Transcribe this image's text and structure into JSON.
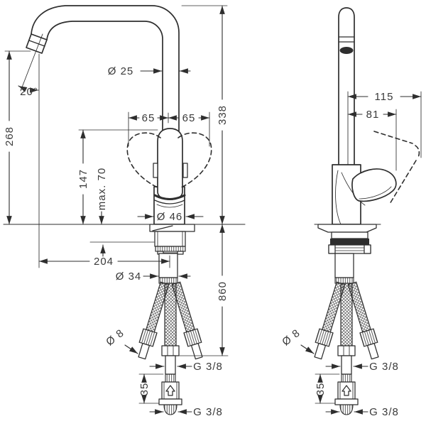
{
  "drawing": {
    "colors": {
      "line": "#2e2e2e",
      "text": "#3a3a3a",
      "background": "#ffffff"
    },
    "front_view": {
      "labels": {
        "spout_height": "268",
        "spout_angle": "20°",
        "spout_pipe_diameter": "Ø 25",
        "swing_left": "65",
        "swing_right": "65",
        "overall_height": "338",
        "handle_top_height": "147",
        "max_height": "max. 70",
        "body_diameter": "Ø 46",
        "reach": "204",
        "shank_diameter": "Ø 34",
        "hose_length": "860",
        "hose_end_diameter": "Ø 8",
        "thread_upper": "G 3/8",
        "check_valve_height": "35",
        "thread_lower": "G 3/8"
      }
    },
    "side_view": {
      "labels": {
        "handle_reach_outer": "115",
        "handle_reach": "81",
        "hose_end_diameter": "Ø 8",
        "thread_upper": "G 3/8",
        "check_valve_height": "35",
        "thread_lower": "G 3/8"
      }
    }
  }
}
